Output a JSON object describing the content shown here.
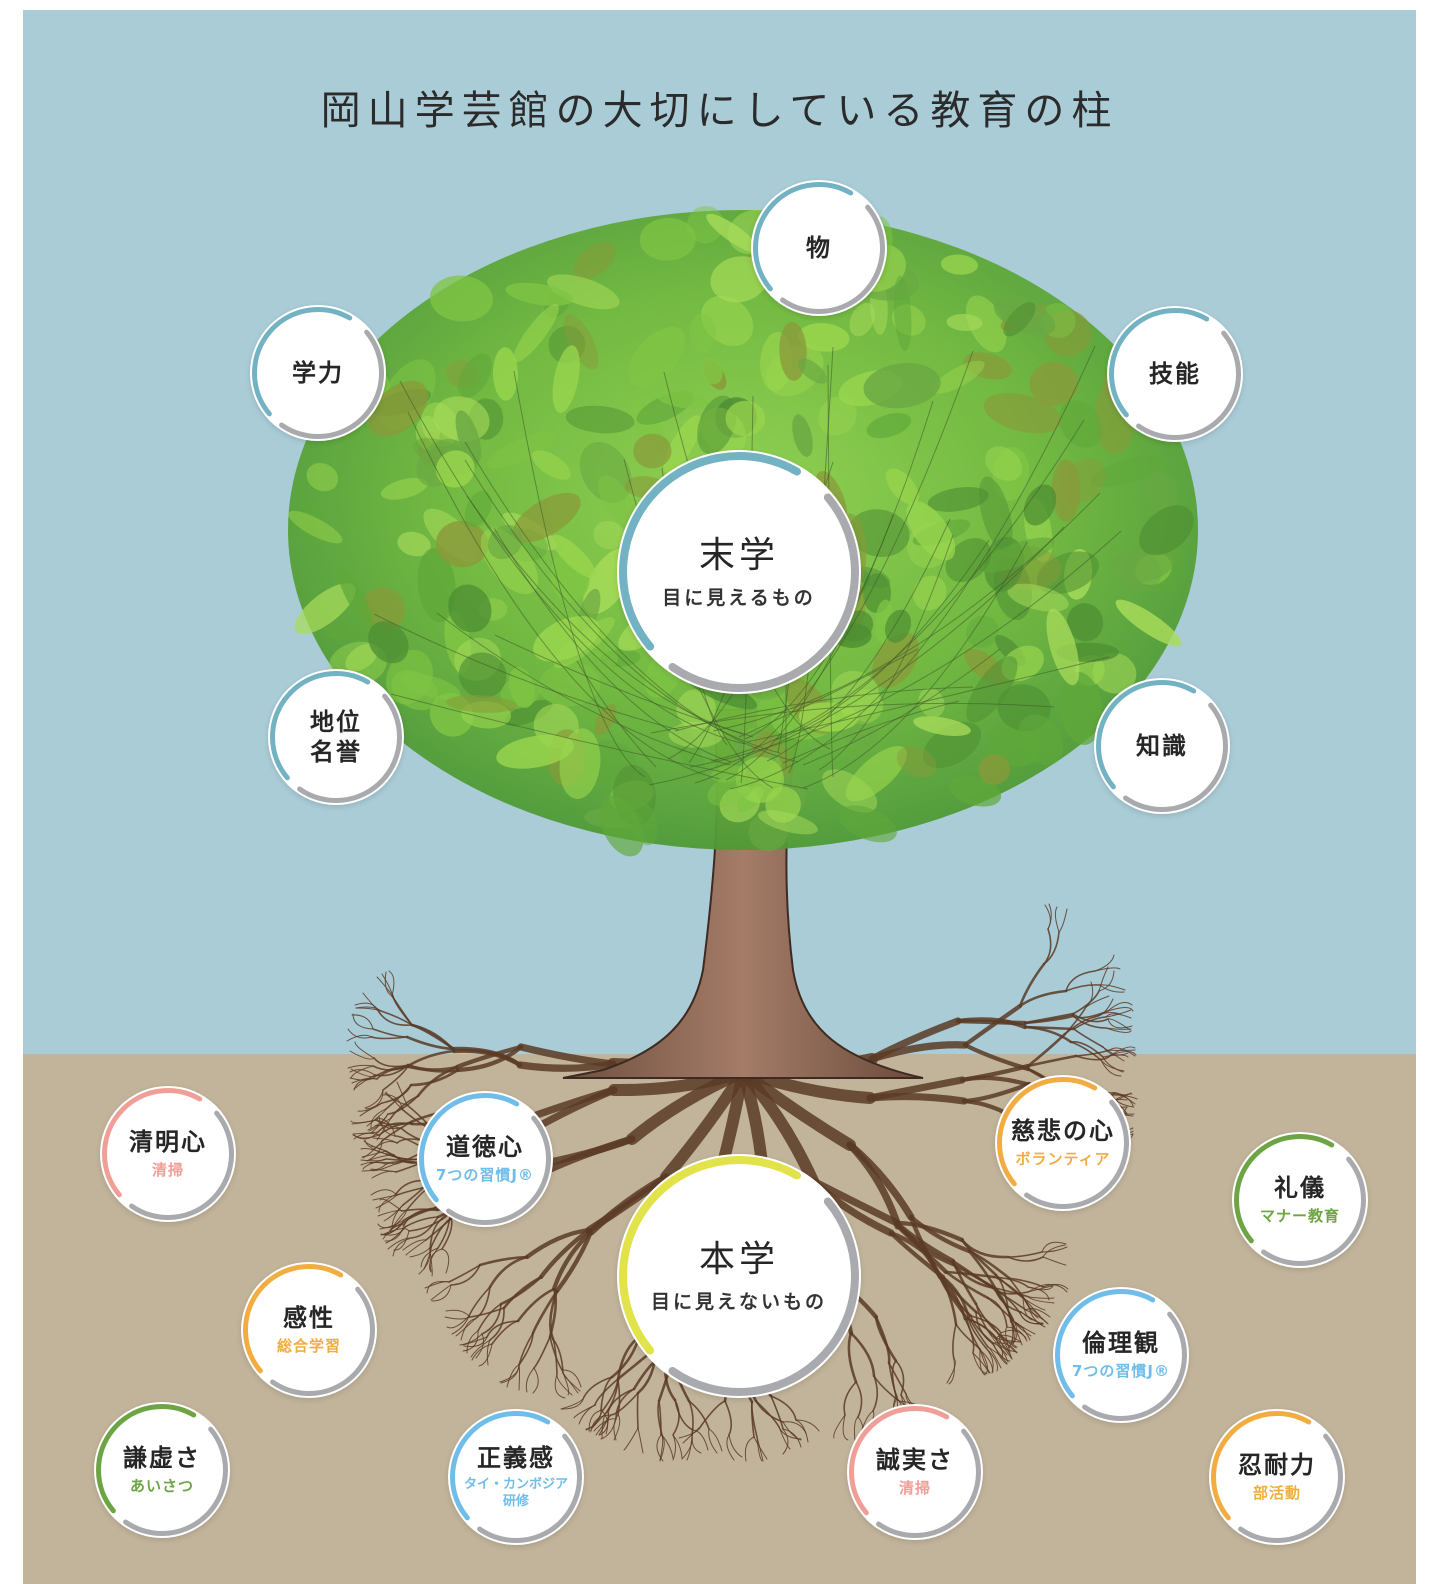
{
  "title": "岡山学芸館の大切にしている教育の柱",
  "colors": {
    "sky": "#a9ccd7",
    "ground": "#c2b49b",
    "ring_gray": "#a9aaad",
    "teal": "#72b2c2",
    "yellow": "#e2e24b",
    "pink": "#ef9f97",
    "orange": "#f2ad42",
    "blue": "#6fbde8",
    "green": "#6ea544"
  },
  "top": {
    "main": {
      "label": "末学",
      "sub": "目に見えるもの",
      "accent": "teal"
    },
    "nodes": [
      {
        "label": "物",
        "accent": "teal"
      },
      {
        "label": "学力",
        "accent": "teal"
      },
      {
        "label": "技能",
        "accent": "teal"
      },
      {
        "label": "地位\n名誉",
        "accent": "teal"
      },
      {
        "label": "知識",
        "accent": "teal"
      }
    ]
  },
  "bottom": {
    "main": {
      "label": "本学",
      "sub": "目に見えないもの",
      "accent": "yellow"
    },
    "nodes": [
      {
        "label": "清明心",
        "sub": "清掃",
        "accent": "pink"
      },
      {
        "label": "道徳心",
        "sub": "7つの習慣J®",
        "accent": "blue"
      },
      {
        "label": "慈悲の心",
        "sub": "ボランティア",
        "accent": "orange"
      },
      {
        "label": "礼儀",
        "sub": "マナー教育",
        "accent": "green"
      },
      {
        "label": "感性",
        "sub": "総合学習",
        "accent": "orange"
      },
      {
        "label": "倫理観",
        "sub": "7つの習慣J®",
        "accent": "blue"
      },
      {
        "label": "謙虚さ",
        "sub": "あいさつ",
        "accent": "green"
      },
      {
        "label": "正義感",
        "sub": "タイ・カンボジア\n研修",
        "accent": "blue"
      },
      {
        "label": "誠実さ",
        "sub": "清掃",
        "accent": "pink"
      },
      {
        "label": "忍耐力",
        "sub": "部活動",
        "accent": "orange"
      }
    ]
  }
}
